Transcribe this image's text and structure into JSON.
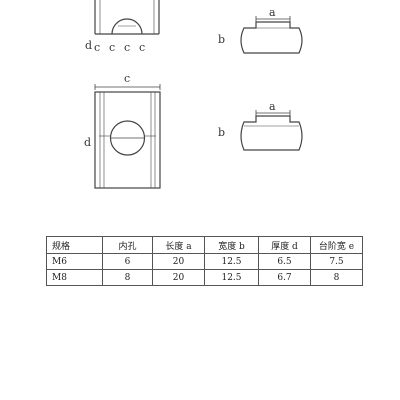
{
  "drawing": {
    "label_a": "a",
    "label_b": "b",
    "label_c": "c",
    "label_d": "d"
  },
  "table": {
    "headers": [
      "规格",
      "内孔",
      "长度 a",
      "宽度 b",
      "厚度 d",
      "台阶宽 e"
    ],
    "rows": [
      [
        "M6",
        "6",
        "20",
        "12.5",
        "6.5",
        "7.5"
      ],
      [
        "M8",
        "8",
        "20",
        "12.5",
        "6.7",
        "8"
      ]
    ]
  }
}
